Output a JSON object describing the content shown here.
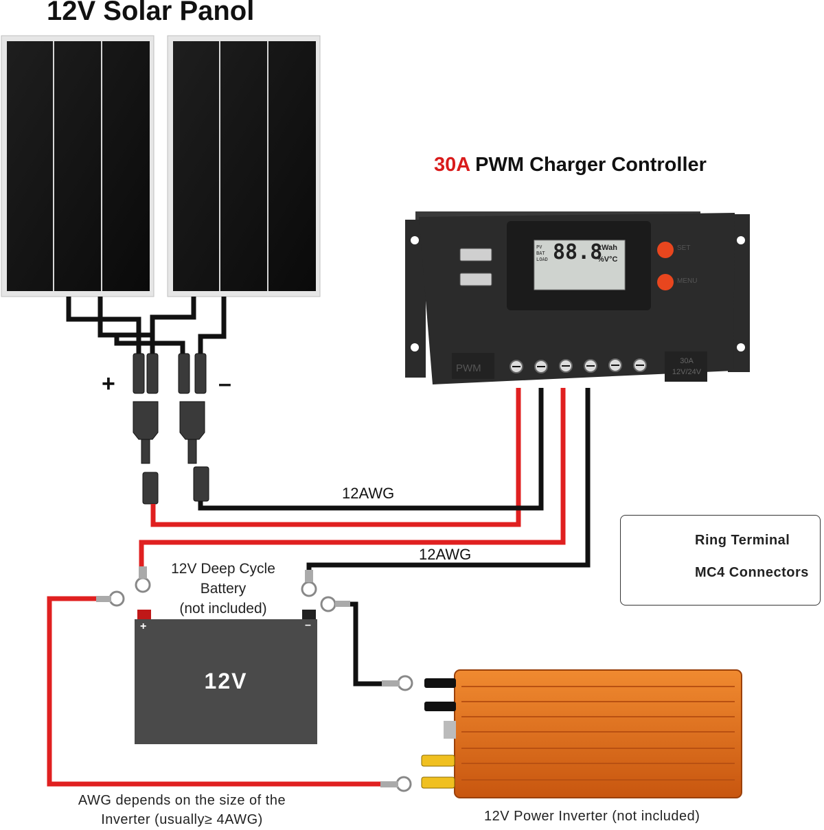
{
  "title": "12V Solar Panol",
  "controller": {
    "title_accent": "30A",
    "title_rest": " PWM Charger Controller",
    "lcd_digits": "88.8",
    "lcd_labels": [
      "PV",
      "BAT",
      "LOAD"
    ],
    "lcd_units_top": "kWah",
    "lcd_units_bottom": "%V°C",
    "left_badge": "PWM",
    "right_badge_line1": "30A",
    "right_badge_line2": "12V/24V",
    "button_label_top": "SET",
    "button_label_bottom": "MENU"
  },
  "labels": {
    "plus": "+",
    "minus": "–",
    "awg_top": "12AWG",
    "awg_bottom": "12AWG",
    "battery_line1": "12V Deep Cycle",
    "battery_line2": "Battery",
    "battery_line3": "(not included)",
    "battery_voltage": "12V",
    "battery_plus": "+",
    "battery_minus": "–",
    "awg_note_line1": "AWG depends on the size of the",
    "awg_note_line2": "Inverter (usually≥ 4AWG)",
    "inverter_note": "12V Power Inverter (not included)"
  },
  "legend": {
    "ring_terminal": "Ring Terminal",
    "mc4": "MC4 Connectors"
  },
  "colors": {
    "wire_red": "#e02020",
    "wire_black": "#111111",
    "controller_body": "#2b2b2b",
    "accent": "#d91c1c",
    "inverter": "#e8741e",
    "battery": "#4a4a4a",
    "lcd": "#cfd3cf"
  }
}
